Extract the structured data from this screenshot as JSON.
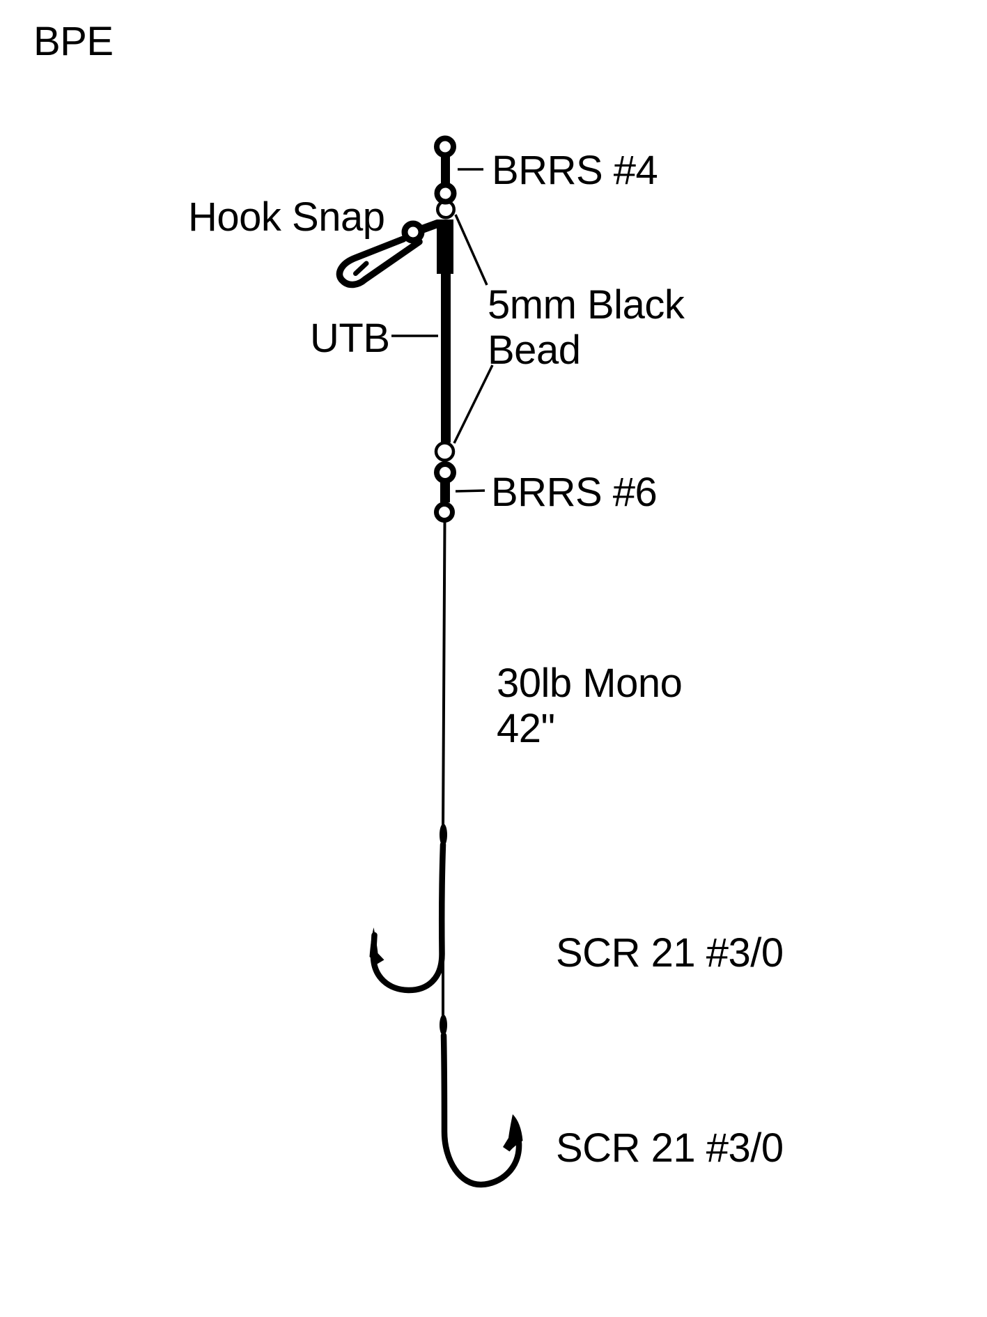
{
  "title": "BPE",
  "colors": {
    "ink": "#000000",
    "background": "#ffffff"
  },
  "labels": {
    "top_swivel": "BRRS #4",
    "hook_snap": "Hook Snap",
    "bead_line1": "5mm Black",
    "bead_line2": "Bead",
    "boom": "UTB",
    "bottom_swivel": "BRRS #6",
    "mono_line1": "30lb Mono",
    "mono_line2": "42\"",
    "hook_top": "SCR 21 #3/0",
    "hook_bottom": "SCR 21 #3/0"
  }
}
